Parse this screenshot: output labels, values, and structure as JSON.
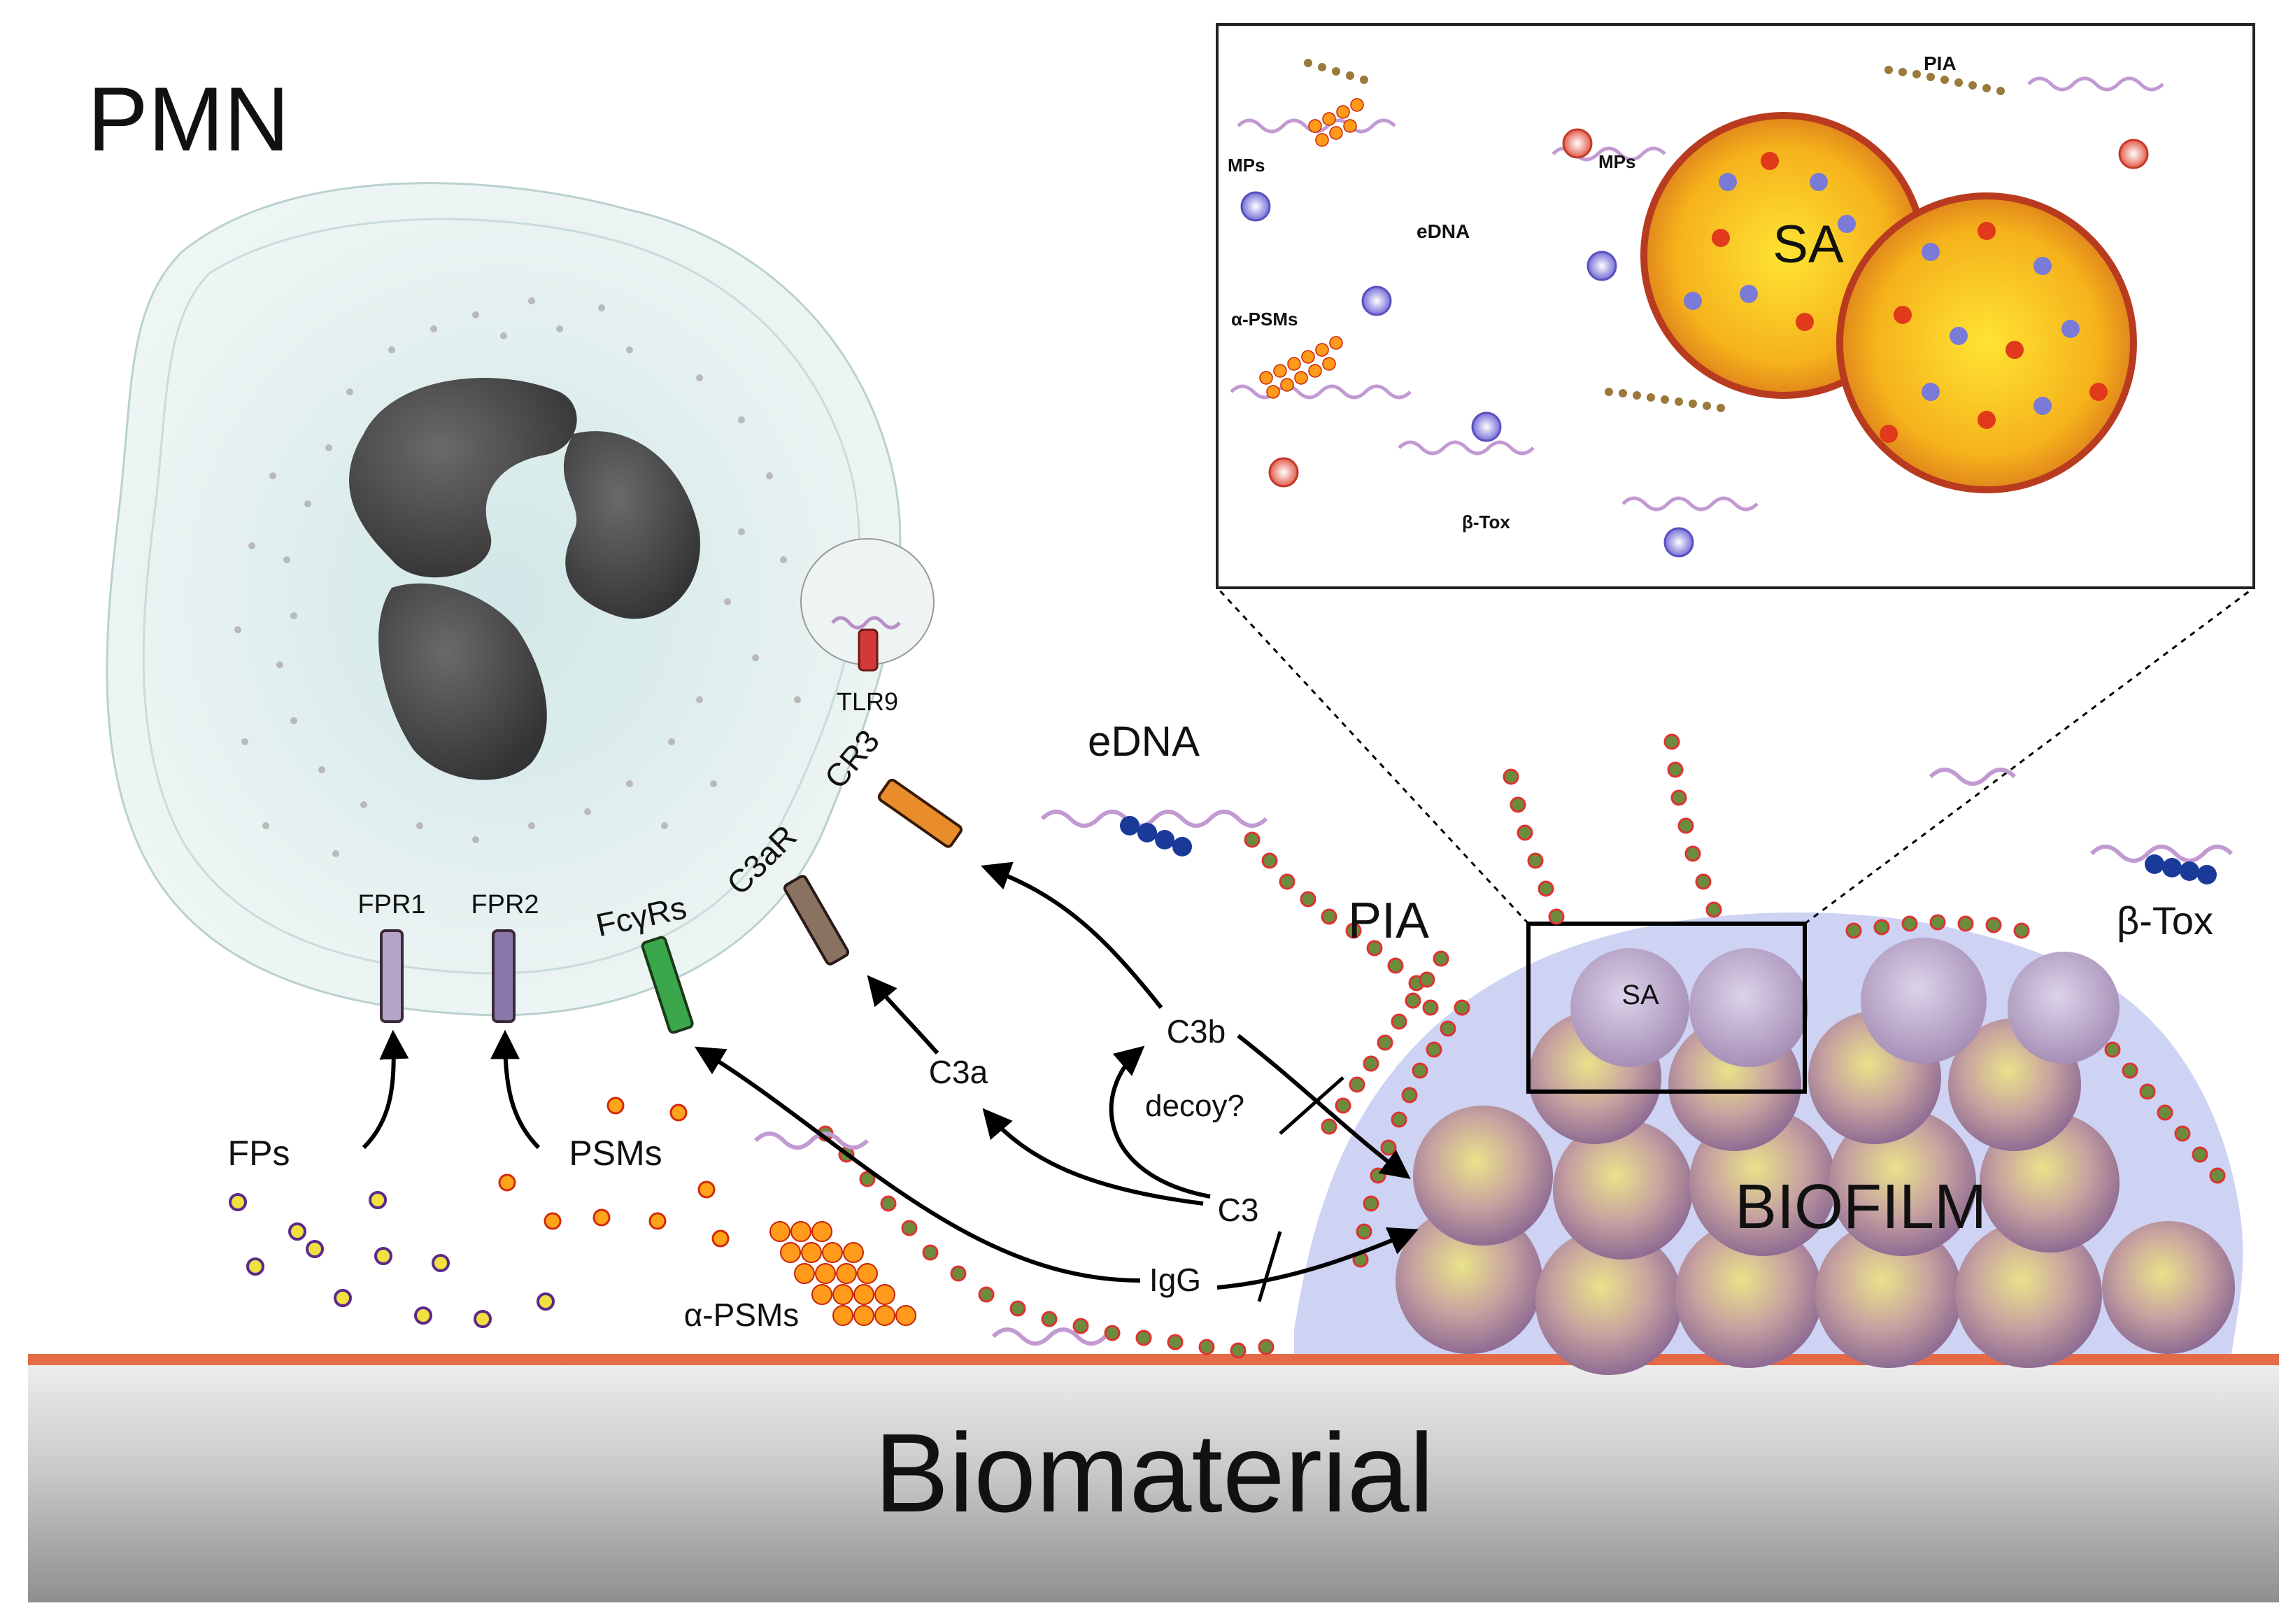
{
  "labels": {
    "pmn": "PMN",
    "biomaterial": "Biomaterial",
    "biofilm": "BIOFILM",
    "sa_biofilm": "SA",
    "pia_main": "PIA",
    "edna_main": "eDNA",
    "btox_main": "β-Tox",
    "apsms_main": "α-PSMs",
    "tlr9": "TLR9",
    "cr3": "CR3",
    "c3ar": "C3aR",
    "fcgrs": "FcγRs",
    "fpr1": "FPR1",
    "fpr2": "FPR2",
    "fps": "FPs",
    "psms": "PSMs",
    "c3a": "C3a",
    "c3b": "C3b",
    "c3": "C3",
    "igg": "IgG",
    "decoy": "decoy?"
  },
  "inset": {
    "sa": "SA",
    "pia": "PIA",
    "mps_left": "MPs",
    "mps_center": "MPs",
    "edna": "eDNA",
    "apsms": "α-PSMs",
    "btox": "β-Tox"
  },
  "colors": {
    "cell_body": "#e4f0ef",
    "nucleus": "#4a4a4a",
    "biofilm_matrix": "#c8cdf3",
    "biomaterial_top": "#f2f2f2",
    "biomaterial_bottom": "#9a9a9a",
    "fpr": "#a48bb8",
    "fcgr": "#3aa84a",
    "c3ar": "#8a7260",
    "cr3": "#e98d2a",
    "tlr9": "#d23a3a",
    "pia": "#6c8b3c",
    "sa_inset": "#f2b21f"
  }
}
